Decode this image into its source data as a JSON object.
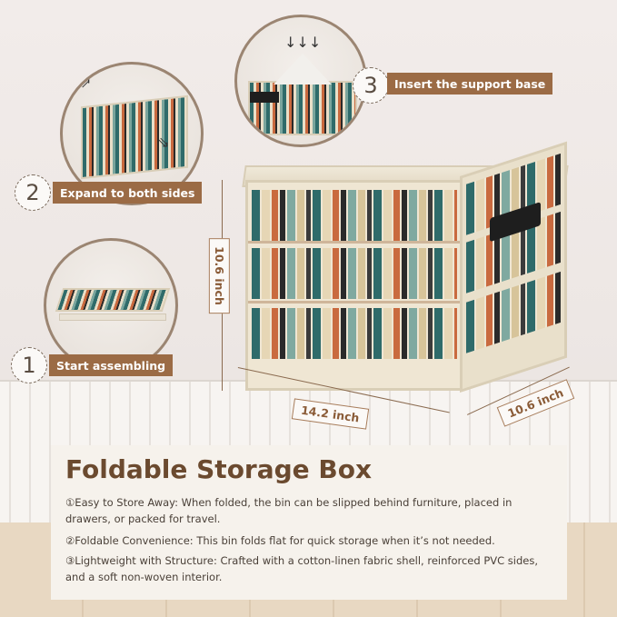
{
  "steps": [
    {
      "number": "1",
      "label": "Start assembling"
    },
    {
      "number": "2",
      "label": "Expand to both sides"
    },
    {
      "number": "3",
      "label": "Insert the support base"
    }
  ],
  "dimensions": {
    "height": "10.6 inch",
    "width": "14.2 inch",
    "depth": "10.6 inch"
  },
  "title": "Foldable Storage Box",
  "features": [
    "①Easy to Store Away: When folded, the bin can be slipped behind furniture, placed in drawers, or packed for travel.",
    "②Foldable Convenience: This bin folds flat for quick storage when it’s not needed.",
    "③Lightweight with Structure: Crafted with a cotton-linen fabric shell, reinforced PVC sides, and a soft non-woven interior."
  ],
  "colors": {
    "accent": "#9b6b45",
    "title": "#6b4a2f",
    "teal": "#2f6b6a",
    "rust": "#c96a3f"
  },
  "icons": [
    "down-arrows-icon",
    "expand-arrows-icon",
    "fold-arrows-icon"
  ]
}
